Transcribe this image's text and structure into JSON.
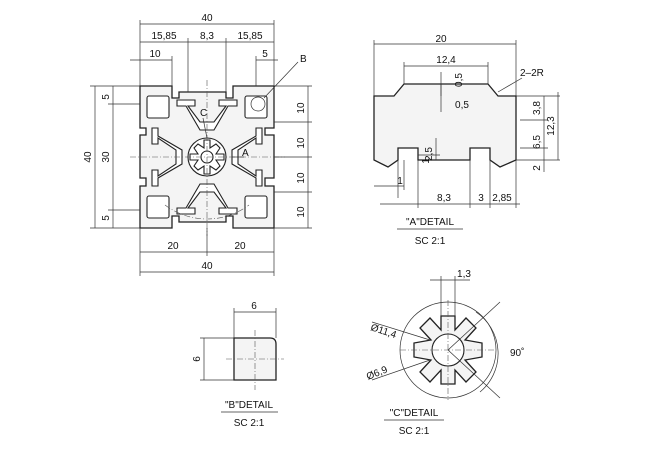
{
  "main_view": {
    "dims": {
      "top_width": "40",
      "top_left": "15,85",
      "top_mid": "8,3",
      "top_right": "15,85",
      "slot_left": "10",
      "slot_right": "5",
      "left_total": "40",
      "left_inner": "30",
      "left_top": "5",
      "left_bottom": "5",
      "right_1": "10",
      "right_2": "10",
      "right_3": "10",
      "right_4": "10",
      "bottom_left": "20",
      "bottom_right": "20",
      "bottom_total": "40"
    },
    "labels": {
      "a": "A",
      "b": "B",
      "c": "C"
    }
  },
  "detail_a": {
    "dims": {
      "width": "20",
      "inner": "12,4",
      "h1": "0,5",
      "h2": "0,5",
      "radius": "2–2R",
      "r1": "3,8",
      "r2": "6,5",
      "r3": "12,3",
      "r4": "2",
      "depth": "2,5",
      "gap": "1",
      "left_lip": "1",
      "slot": "8,3",
      "s1": "3",
      "s2": "2,85"
    },
    "title": "\"A\"DETAIL",
    "scale": "SC 2:1"
  },
  "detail_b": {
    "dims": {
      "w": "6",
      "h": "6"
    },
    "title": "\"B\"DETAIL",
    "scale": "SC 2:1"
  },
  "detail_c": {
    "dims": {
      "tooth": "1,3",
      "outer": "Ø11,4",
      "inner": "Ø6,9",
      "angle": "90˚"
    },
    "title": "\"C\"DETAIL",
    "scale": "SC 2:1"
  }
}
